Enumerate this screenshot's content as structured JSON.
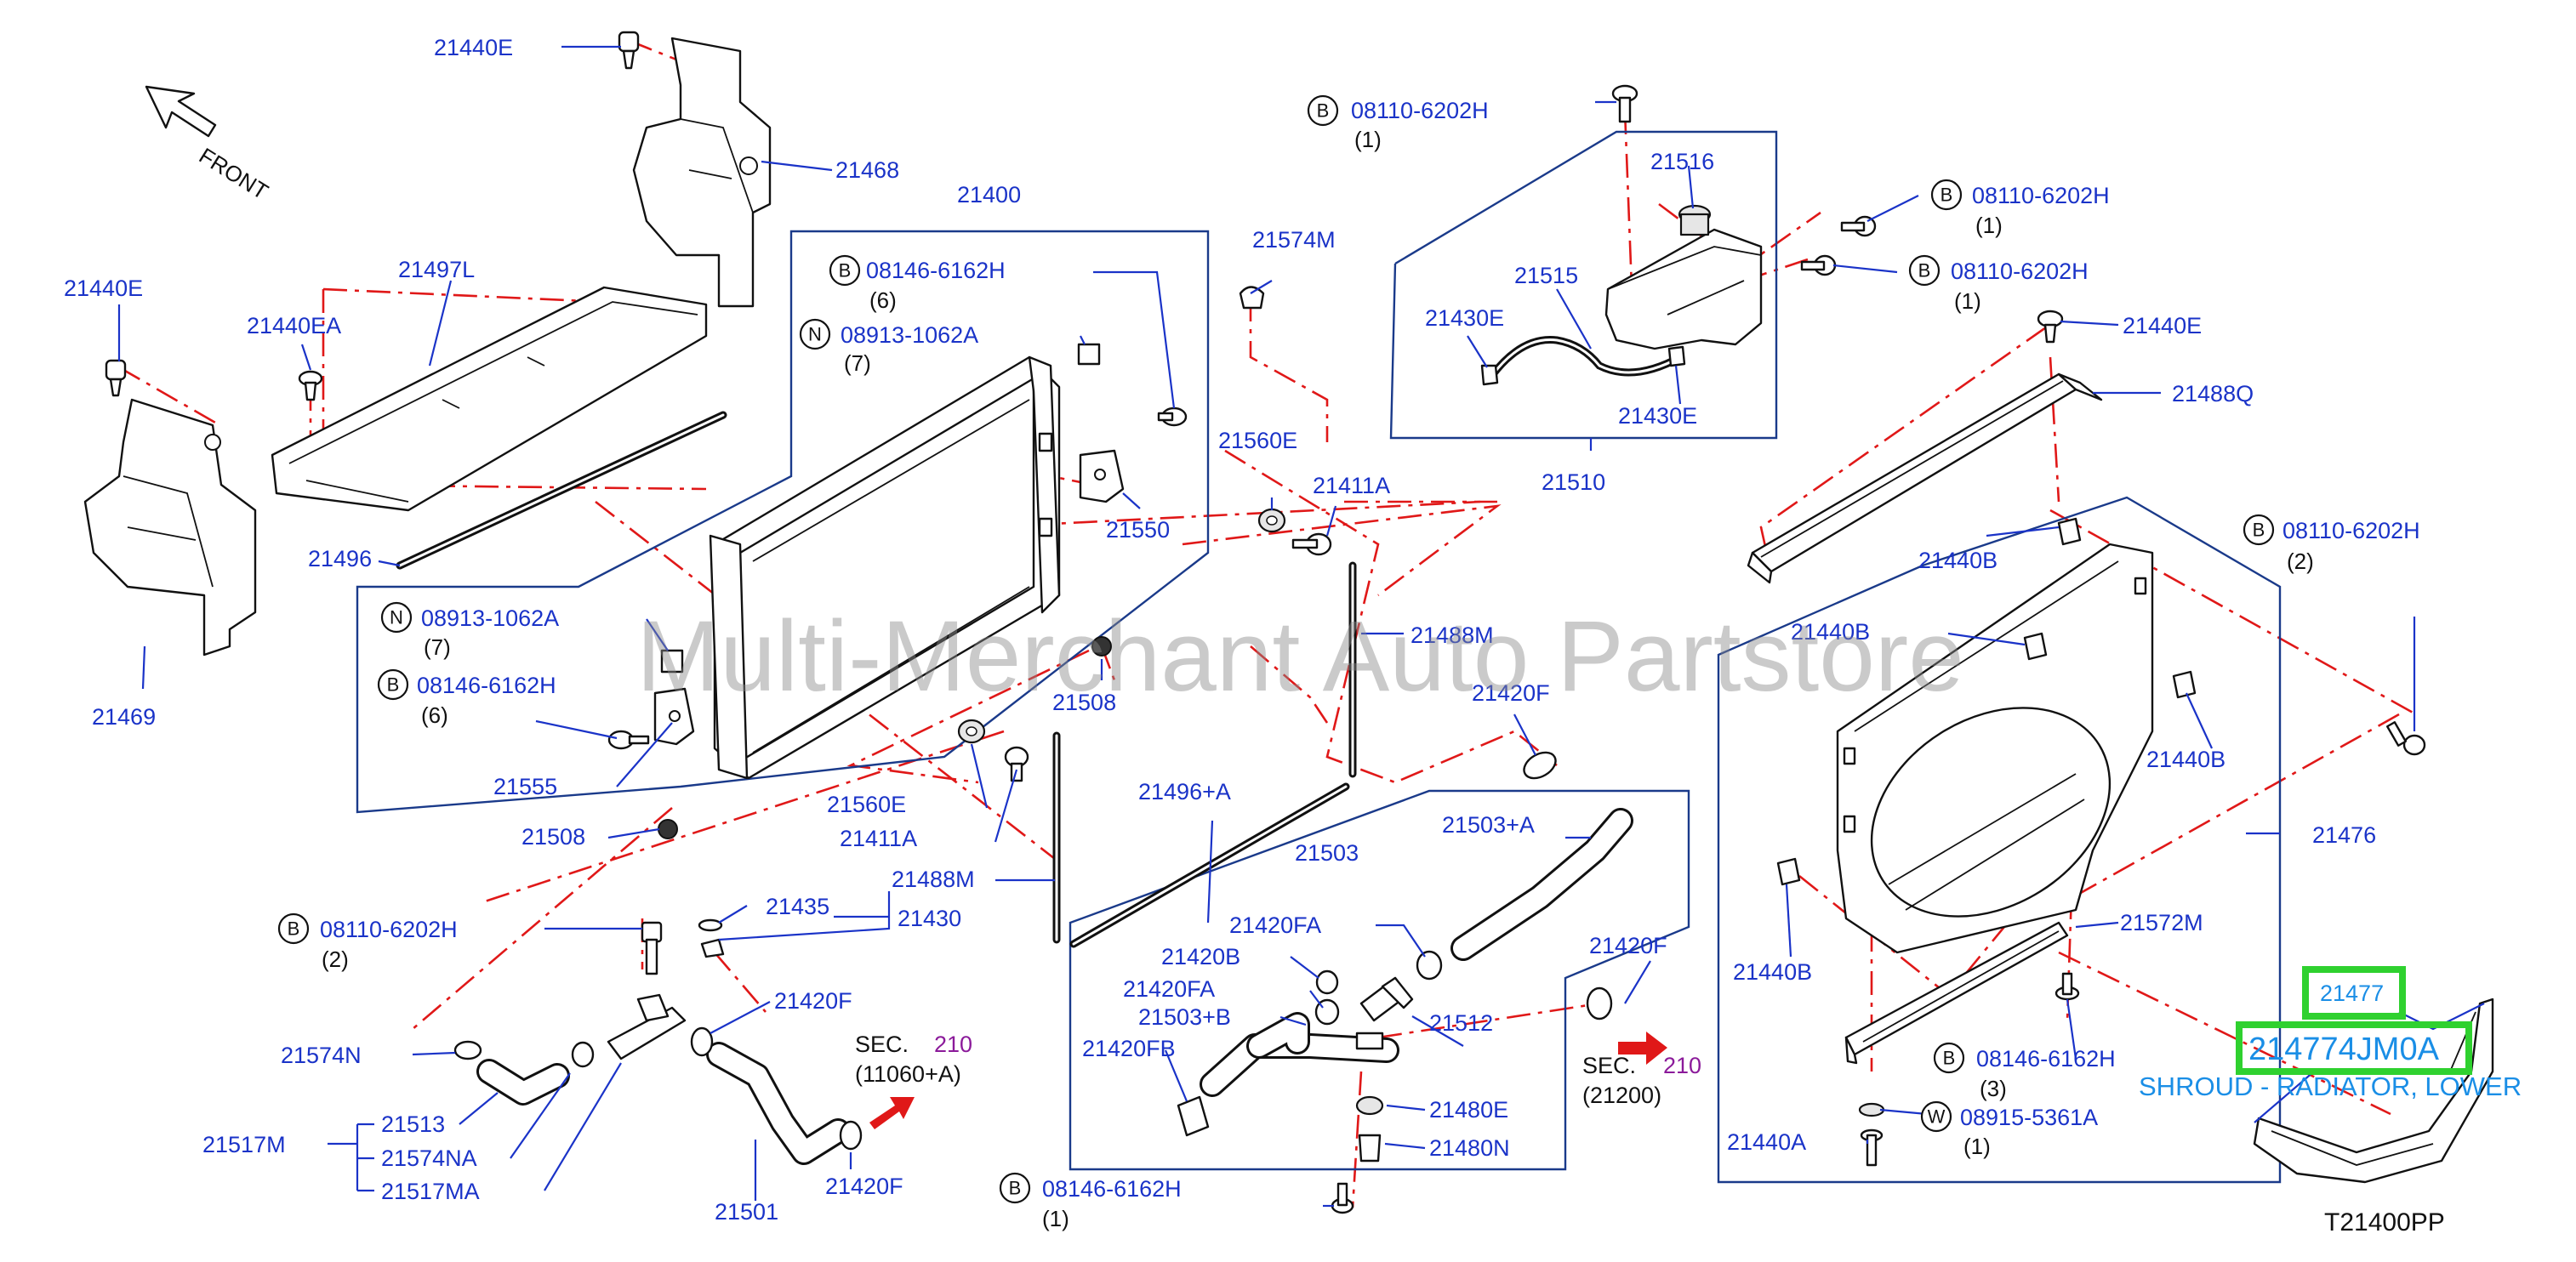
{
  "diagram": {
    "code": "T21400PP",
    "front_label": "FRONT",
    "watermark": "Multi-Merchant Auto Partstore",
    "labels": {
      "p21440E_a": "21440E",
      "p21468": "21468",
      "p21440E_b": "21440E",
      "p21497L": "21497L",
      "p21440EA": "21440EA",
      "p21496": "21496",
      "p21469": "21469",
      "p21400": "21400",
      "b8146_a": "08146-6162H",
      "b8146_a_q": "(6)",
      "n8913_a": "08913-1062A",
      "n8913_a_q": "(7)",
      "n8913_b": "08913-1062A",
      "n8913_b_q": "(7)",
      "b8146_b": "08146-6162H",
      "b8146_b_q": "(6)",
      "p21555": "21555",
      "p21508_a": "21508",
      "p21574M": "21574M",
      "p21550": "21550",
      "p21560E_a": "21560E",
      "p21411A_a": "21411A",
      "p21508_b": "21508",
      "p21560E_b": "21560E",
      "p21411A_b": "21411A",
      "p21488M_a": "21488M",
      "p21488M_b": "21488M",
      "b8110_a": "08110-6202H",
      "b8110_a_q": "(1)",
      "p21516": "21516",
      "p21515": "21515",
      "p21430E_a": "21430E",
      "p21430E_b": "21430E",
      "p21510": "21510",
      "b8110_b": "08110-6202H",
      "b8110_b_q": "(1)",
      "b8110_c": "08110-6202H",
      "b8110_c_q": "(1)",
      "p21440E_c": "21440E",
      "p21488Q": "21488Q",
      "b8110_d": "08110-6202H",
      "b8110_d_q": "(2)",
      "p21440B_a": "21440B",
      "p21440B_b": "21440B",
      "p21440B_c": "21440B",
      "p21440B_d": "21440B",
      "p21476": "21476",
      "p21572M": "21572M",
      "b8146_c": "08146-6162H",
      "b8146_c_q": "(3)",
      "w8915": "08915-5361A",
      "w8915_q": "(1)",
      "p21440A": "21440A",
      "p21420F_a": "21420F",
      "p21496A": "21496+A",
      "p21503": "21503",
      "p21503A": "21503+A",
      "p21420FA_a": "21420FA",
      "p21420B": "21420B",
      "p21420FA_b": "21420FA",
      "p21503B": "21503+B",
      "p21420FB": "21420FB",
      "p21512": "21512",
      "p21480E": "21480E",
      "p21480N": "21480N",
      "b8146_d": "08146-6162H",
      "b8146_d_q": "(1)",
      "p21420F_b": "21420F",
      "b8110_e": "08110-6202H",
      "b8110_e_q": "(2)",
      "p21435": "21435",
      "p21430": "21430",
      "p21420F_c": "21420F",
      "p21574N": "21574N",
      "p21513": "21513",
      "p21517M": "21517M",
      "p21574NA": "21574NA",
      "p21517MA": "21517MA",
      "p21501": "21501",
      "p21420F_d": "21420F",
      "sec_a": "SEC.",
      "sec_a_num": "210",
      "sec_a_ref": "(11060+A)",
      "sec_b": "SEC.",
      "sec_b_num": "210",
      "sec_b_ref": "(21200)"
    },
    "markers": {
      "B": "B",
      "N": "N",
      "W": "W"
    },
    "highlight": {
      "part_number": "21477",
      "oem_number": "214774JM0A",
      "description": "SHROUD - RADIATOR, LOWER"
    },
    "colors": {
      "label": "#1a33c8",
      "leader_box": "#1a3a8a",
      "dash_line": "#e01818",
      "highlight_box": "#2fd12f",
      "highlight_text": "#1a8ee6",
      "section_number": "#8b1a9a"
    }
  }
}
